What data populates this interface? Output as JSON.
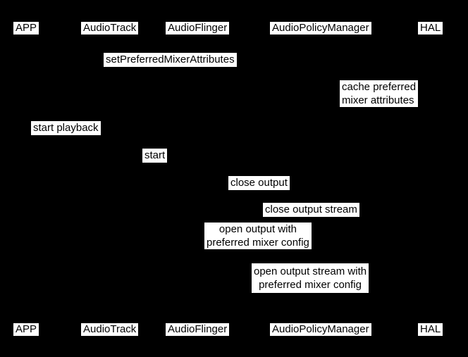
{
  "diagram": {
    "type": "sequence-diagram",
    "colors": {
      "background": "#000000",
      "label_background": "#ffffff",
      "label_text": "#000000"
    },
    "participants_top": [
      "APP",
      "AudioTrack",
      "AudioFlinger",
      "AudioPolicyManager",
      "HAL"
    ],
    "participants_bottom": [
      "APP",
      "AudioTrack",
      "AudioFlinger",
      "AudioPolicyManager",
      "HAL"
    ],
    "messages": {
      "set_preferred_mixer_attributes": "setPreferredMixerAttributes",
      "cache_preferred_mixer_attributes": "cache preferred\nmixer attributes",
      "start_playback": "start playback",
      "start": "start",
      "close_output": "close output",
      "close_output_stream": "close output stream",
      "open_output_with_preferred_mixer_config": "open output with\npreferred mixer config",
      "open_output_stream_with_preferred_mixer_config": "open output stream with\npreferred mixer config"
    }
  }
}
